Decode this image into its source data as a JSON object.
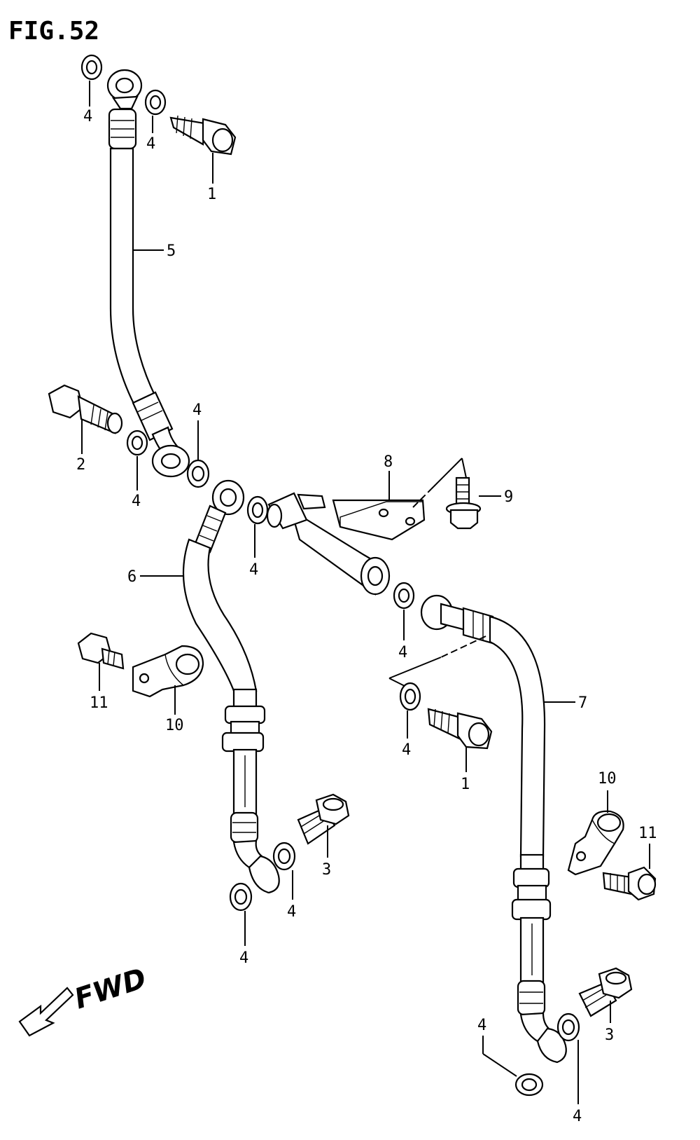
{
  "figure": {
    "title": "FIG.52"
  },
  "direction": {
    "label": "FWD"
  },
  "callouts": {
    "c_4a": "4",
    "c_4b": "4",
    "c_1a": "1",
    "c_5": "5",
    "c_2": "2",
    "c_4c": "4",
    "c_4d": "4",
    "c_8": "8",
    "c_9": "9",
    "c_6": "6",
    "c_4e": "4",
    "c_4f": "4",
    "c_11a": "11",
    "c_10a": "10",
    "c_7": "7",
    "c_4g": "4",
    "c_1b": "1",
    "c_10b": "10",
    "c_11b": "11",
    "c_3a": "3",
    "c_4h": "4",
    "c_4i": "4",
    "c_4j": "4",
    "c_4k": "4",
    "c_3b": "3"
  }
}
